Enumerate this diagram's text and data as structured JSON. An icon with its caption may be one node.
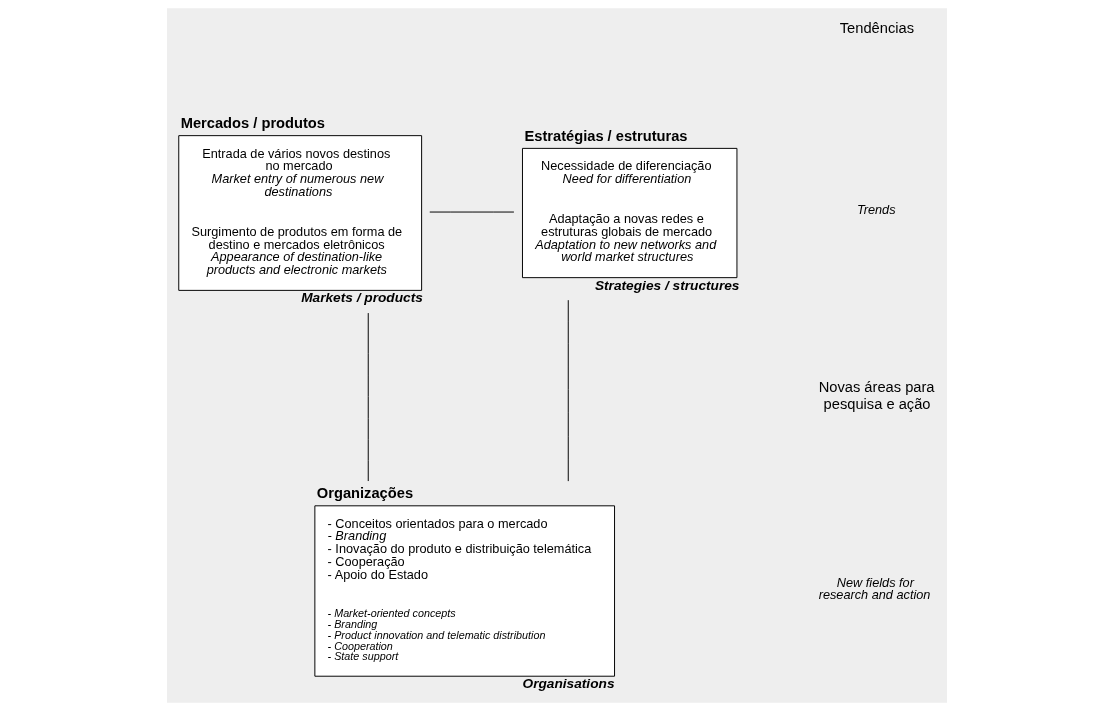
{
  "diagram": {
    "nodes": [
      {
        "text": [
          "Mercados / produtos",
          "Entrada de vários novos destinos no mercado",
          "Market entry of numerous new destinations",
          "Surgimento de produtos em forma de destino e mercados eletrônicos",
          "Appearance of destination-like products and electronic markets"
        ],
        "beside": [
          "Markets / products"
        ]
      },
      {
        "text": [
          "Estratégias / estruturas",
          "Necessidade de diferenciação",
          "Need for differentiation",
          "Adaptação a novas redes e estruturas globais de mercado",
          "Adaptation to new networks and world market structures"
        ],
        "beside": [
          "Strategies / structures"
        ]
      },
      {
        "text": [
          "Organizações",
          "- Conceitos orientados para o mercado",
          "- Branding",
          "- Inovação do produto e distribuição telemática",
          "- Cooperação",
          "- Apoio do Estado",
          "- Market-oriented concepts",
          "- Branding",
          "- Product innovation and telematic distribution",
          "- Cooperation",
          "- State support"
        ],
        "beside": [
          "Organisations"
        ]
      }
    ],
    "edges": [
      {
        "from": 0,
        "to": 1,
        "arrow": "none"
      },
      {
        "from": 0,
        "to": 2,
        "arrow": "none"
      },
      {
        "from": 1,
        "to": 2,
        "arrow": "none"
      }
    ],
    "labels": [
      "Tendências",
      "Trends",
      "Novas áreas para pesquisa e ação",
      "New fields for research and action"
    ]
  }
}
